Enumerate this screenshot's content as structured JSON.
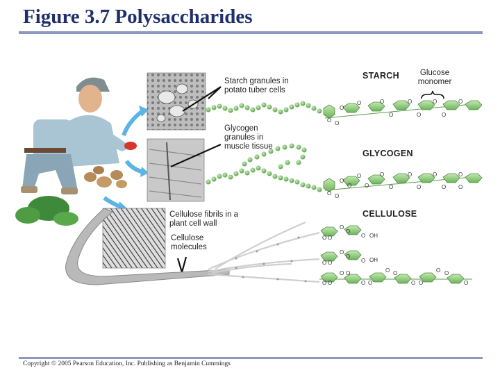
{
  "title": "Figure 3.7 Polysaccharides",
  "labels": {
    "starch_granules": "Starch granules in potato tuber cells",
    "glycogen_granules": "Glycogen granules in muscle tissue",
    "cellulose_fibrils": "Cellulose fibrils in a plant cell wall",
    "cellulose_molecules": "Cellulose molecules",
    "glucose_monomer": "Glucose monomer"
  },
  "headings": {
    "starch": "STARCH",
    "glycogen": "GLYCOGEN",
    "cellulose": "CELLULOSE"
  },
  "atoms": {
    "oxygen": "O",
    "hydroxyl": "OH"
  },
  "copyright": "Copyright © 2005 Pearson Education, Inc. Publishing as Benjamin Cummings",
  "colors": {
    "title": "#1f2f6b",
    "rule": "#8c97c4",
    "glucose_ring": "#8ec97a",
    "arrow": "#5bb3e6"
  }
}
